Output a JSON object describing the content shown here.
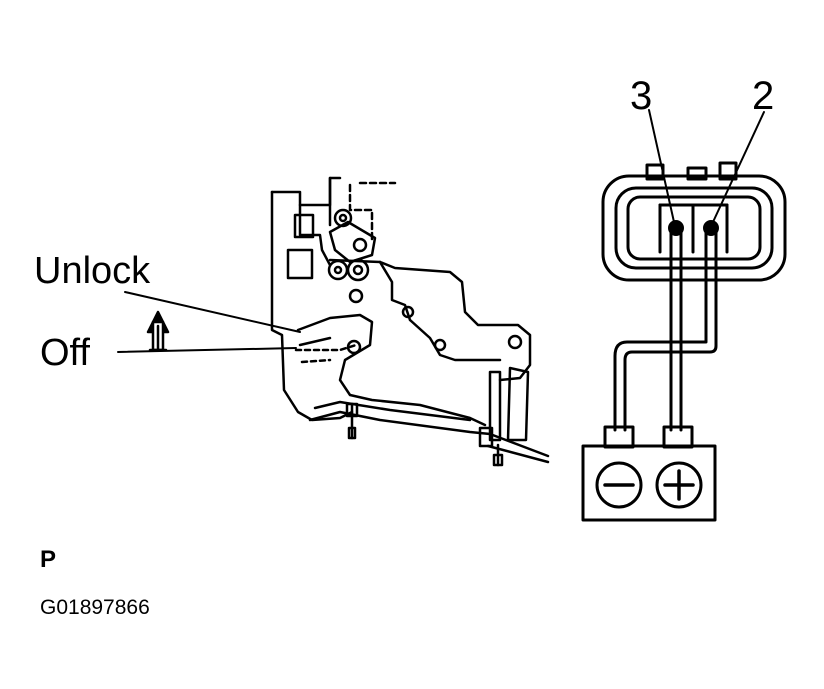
{
  "labels": {
    "unlock": "Unlock",
    "off": "Off",
    "terminal_3": "3",
    "terminal_2": "2",
    "view_letter": "P",
    "figure_id": "G01897866"
  },
  "battery": {
    "negative_symbol": "minus-icon",
    "positive_symbol": "plus-icon"
  },
  "colors": {
    "ink": "#000000",
    "paper": "#ffffff"
  }
}
